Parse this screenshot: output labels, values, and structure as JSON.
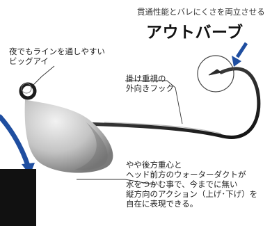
{
  "annotations": {
    "top_caption": "貫通性能とバレにくさを両立させる",
    "headline": "アウトバーブ",
    "eye": [
      "夜でもラインを通しやすい",
      "ビッグアイ"
    ],
    "hook": [
      "掛け重視の",
      "外向きフック"
    ],
    "body": [
      "やや後方重心と",
      "ヘッド前方のウォーターダクトが",
      "水をつかむ事で、今までに無い",
      "縦方向のアクション（上げ･下げ）を",
      "自在に表現できる。"
    ]
  },
  "colors": {
    "arrow_blue": "#1f4ea0",
    "jig_head_light": "#eeeeee",
    "jig_head_dark": "#7d7d7d",
    "hook_wire": "#2a2a2a",
    "leader_line": "#333333"
  }
}
